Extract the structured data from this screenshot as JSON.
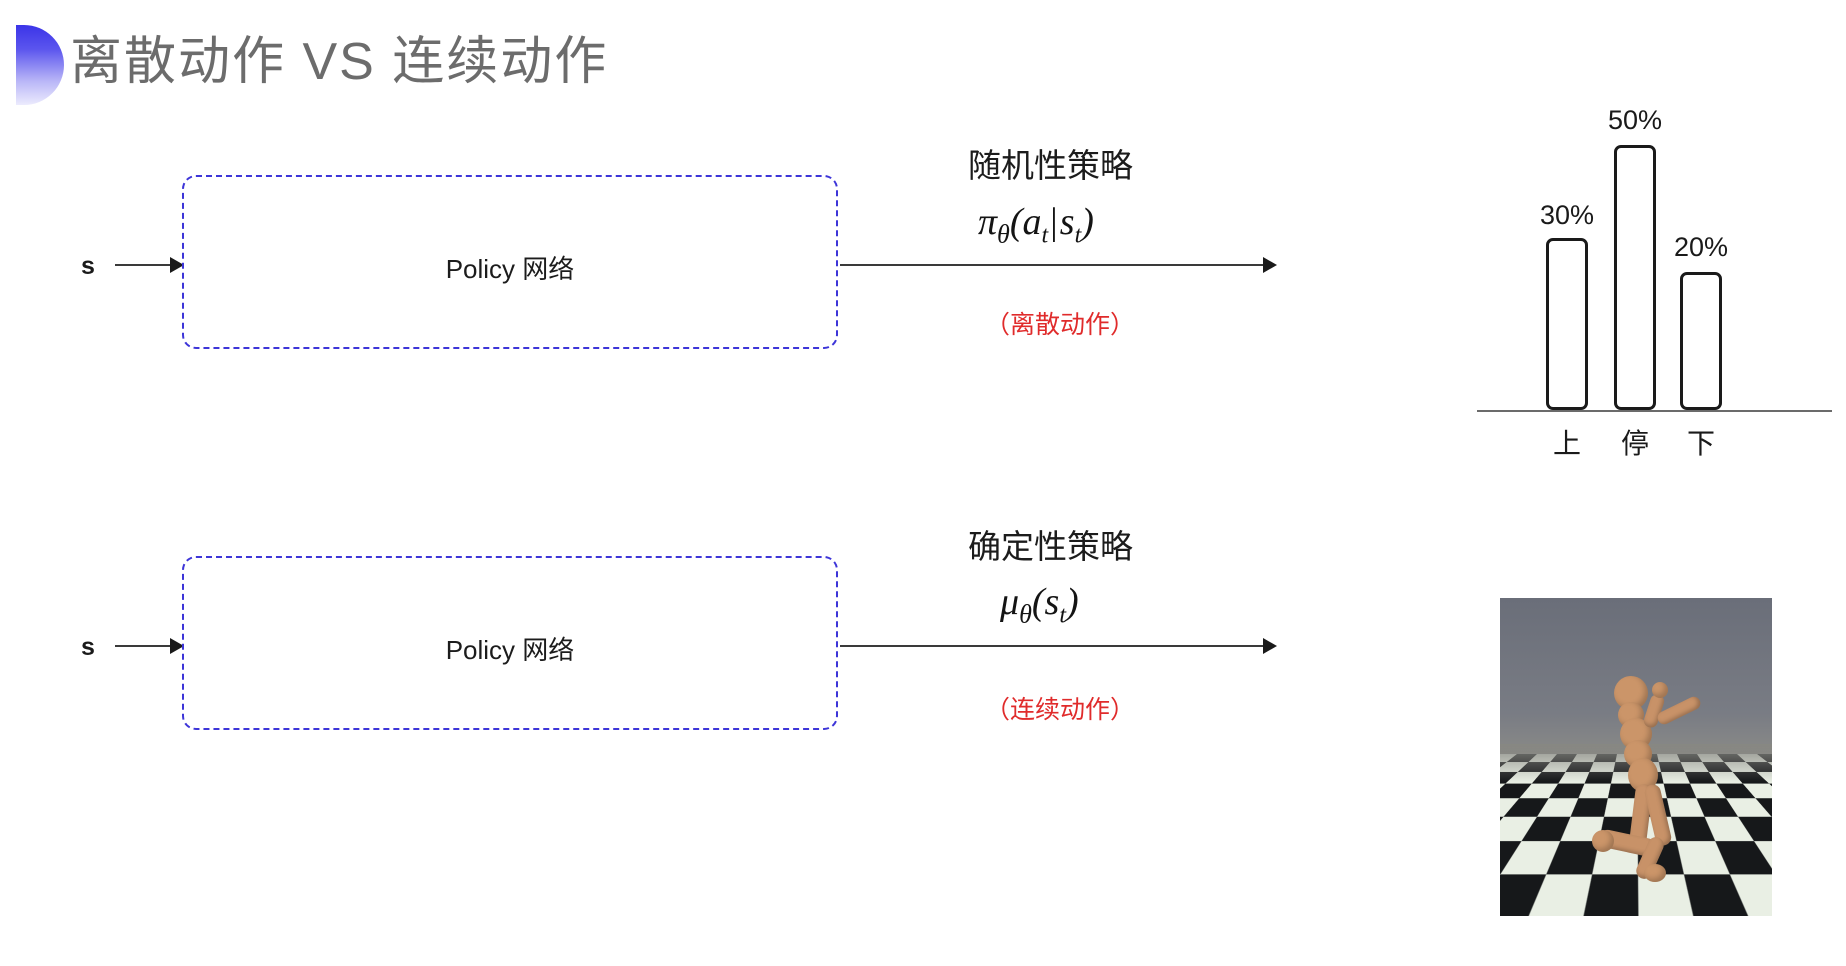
{
  "slide": {
    "title": "离散动作 VS 连续动作",
    "decoration_icon": "half-circle-gradient-icon",
    "accent_color": "#3b34e8",
    "title_color": "#6c6c6c",
    "red_note_color": "#e02b2b",
    "box_border_color": "#3d35d8"
  },
  "rows": [
    {
      "id": "discrete",
      "input_label": "s",
      "box_label": "Policy 网络",
      "policy_kind": "随机性策略",
      "formula_plain": "πθ(at|st)",
      "formula": {
        "pi": "π",
        "theta": "θ",
        "open": "(",
        "a": "a",
        "t1": "t",
        "bar": "|",
        "s": "s",
        "t2": "t",
        "close": ")"
      },
      "note": "（离散动作）",
      "output_kind": "bar-chart"
    },
    {
      "id": "continuous",
      "input_label": "s",
      "box_label": "Policy 网络",
      "policy_kind": "确定性策略",
      "formula_plain": "μθ(st)",
      "formula": {
        "mu": "μ",
        "theta": "θ",
        "open": "(",
        "s": "s",
        "t1": "t",
        "close": ")"
      },
      "note": "（连续动作）",
      "output_kind": "humanoid-sim"
    }
  ],
  "chart_data": {
    "type": "bar",
    "title": "",
    "xlabel": "",
    "ylabel": "",
    "categories": [
      "上",
      "停",
      "下"
    ],
    "values": [
      30,
      50,
      20
    ],
    "value_labels": [
      "30%",
      "50%",
      "20%"
    ],
    "ylim": [
      0,
      60
    ],
    "grid": false,
    "legend": "none",
    "bar_style": "outlined-rounded-white"
  },
  "sim": {
    "caption": "",
    "alt": "MuJoCo humanoid kneeling on checkerboard floor"
  }
}
